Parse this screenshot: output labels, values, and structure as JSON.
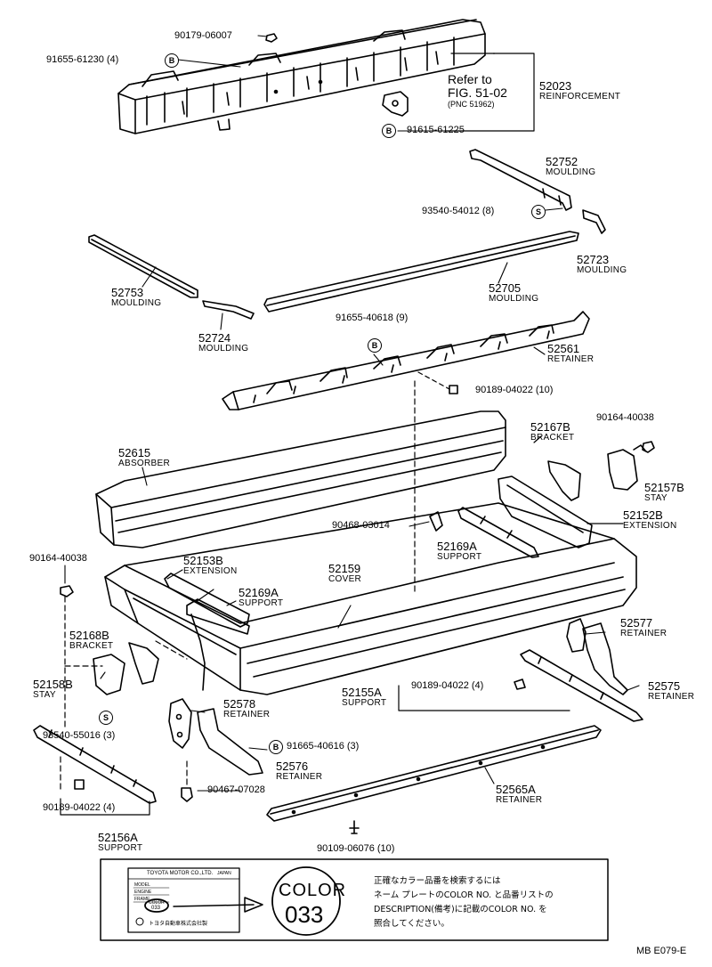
{
  "callouts": [
    {
      "num": "52023",
      "name": "REINFORCEMENT"
    },
    {
      "num": "52752",
      "name": "MOULDING"
    },
    {
      "num": "52723",
      "name": "MOULDING"
    },
    {
      "num": "52753",
      "name": "MOULDING"
    },
    {
      "num": "52705",
      "name": "MOULDING"
    },
    {
      "num": "52724",
      "name": "MOULDING"
    },
    {
      "num": "52561",
      "name": "RETAINER"
    },
    {
      "num": "52615",
      "name": "ABSORBER"
    },
    {
      "num": "52167B",
      "name": "BRACKET"
    },
    {
      "num": "52157B",
      "name": "STAY"
    },
    {
      "num": "52152B",
      "name": "EXTENSION"
    },
    {
      "num": "52169A",
      "name": "SUPPORT"
    },
    {
      "num": "52153B",
      "name": "EXTENSION"
    },
    {
      "num": "52159",
      "name": "COVER"
    },
    {
      "num": "52169A",
      "name": "SUPPORT"
    },
    {
      "num": "52168B",
      "name": "BRACKET"
    },
    {
      "num": "52158B",
      "name": "STAY"
    },
    {
      "num": "52578",
      "name": "RETAINER"
    },
    {
      "num": "52577",
      "name": "RETAINER"
    },
    {
      "num": "52575",
      "name": "RETAINER"
    },
    {
      "num": "52155A",
      "name": "SUPPORT"
    },
    {
      "num": "52576",
      "name": "RETAINER"
    },
    {
      "num": "52565A",
      "name": "RETAINER"
    },
    {
      "num": "52156A",
      "name": "SUPPORT"
    }
  ],
  "fasteners": [
    "90179-06007",
    "91655-61230 (4)",
    "91615-61225",
    "93540-54012 (8)",
    "91655-40618 (9)",
    "90189-04022 (10)",
    "90164-40038",
    "90468-03014",
    "90164-40038",
    "90189-04022 (4)",
    "93540-55016 (3)",
    "91665-40616 (3)",
    "90467-07028",
    "90189-04022 (4)",
    "90109-06076 (10)"
  ],
  "symbols": {
    "B": "B",
    "S": "S"
  },
  "reference": {
    "line1": "Refer to",
    "line2": "FIG. 51-02",
    "line3": "(PNC 51962)"
  },
  "color_box": {
    "word": "COLOR",
    "number": "033",
    "plate_title": "TOYOTA MOTOR CO.,LTD.",
    "plate_origin": "JAPAN",
    "plate_color_word": "COLOR",
    "plate_color_num": "033",
    "plate_rows": [
      "MODEL",
      "ENGINE",
      "FRAME"
    ],
    "plate_maker": "トヨタ自動車株式会社製",
    "note_line1": "正確なカラー品番を検索するには",
    "note_line2": "ネーム プレートのCOLOR NO. と品番リストの",
    "note_line3": "DESCRIPTION(備考)に記載のCOLOR NO. を",
    "note_line4": "照合してください。"
  },
  "footer": {
    "code": "MB  E079-E"
  }
}
